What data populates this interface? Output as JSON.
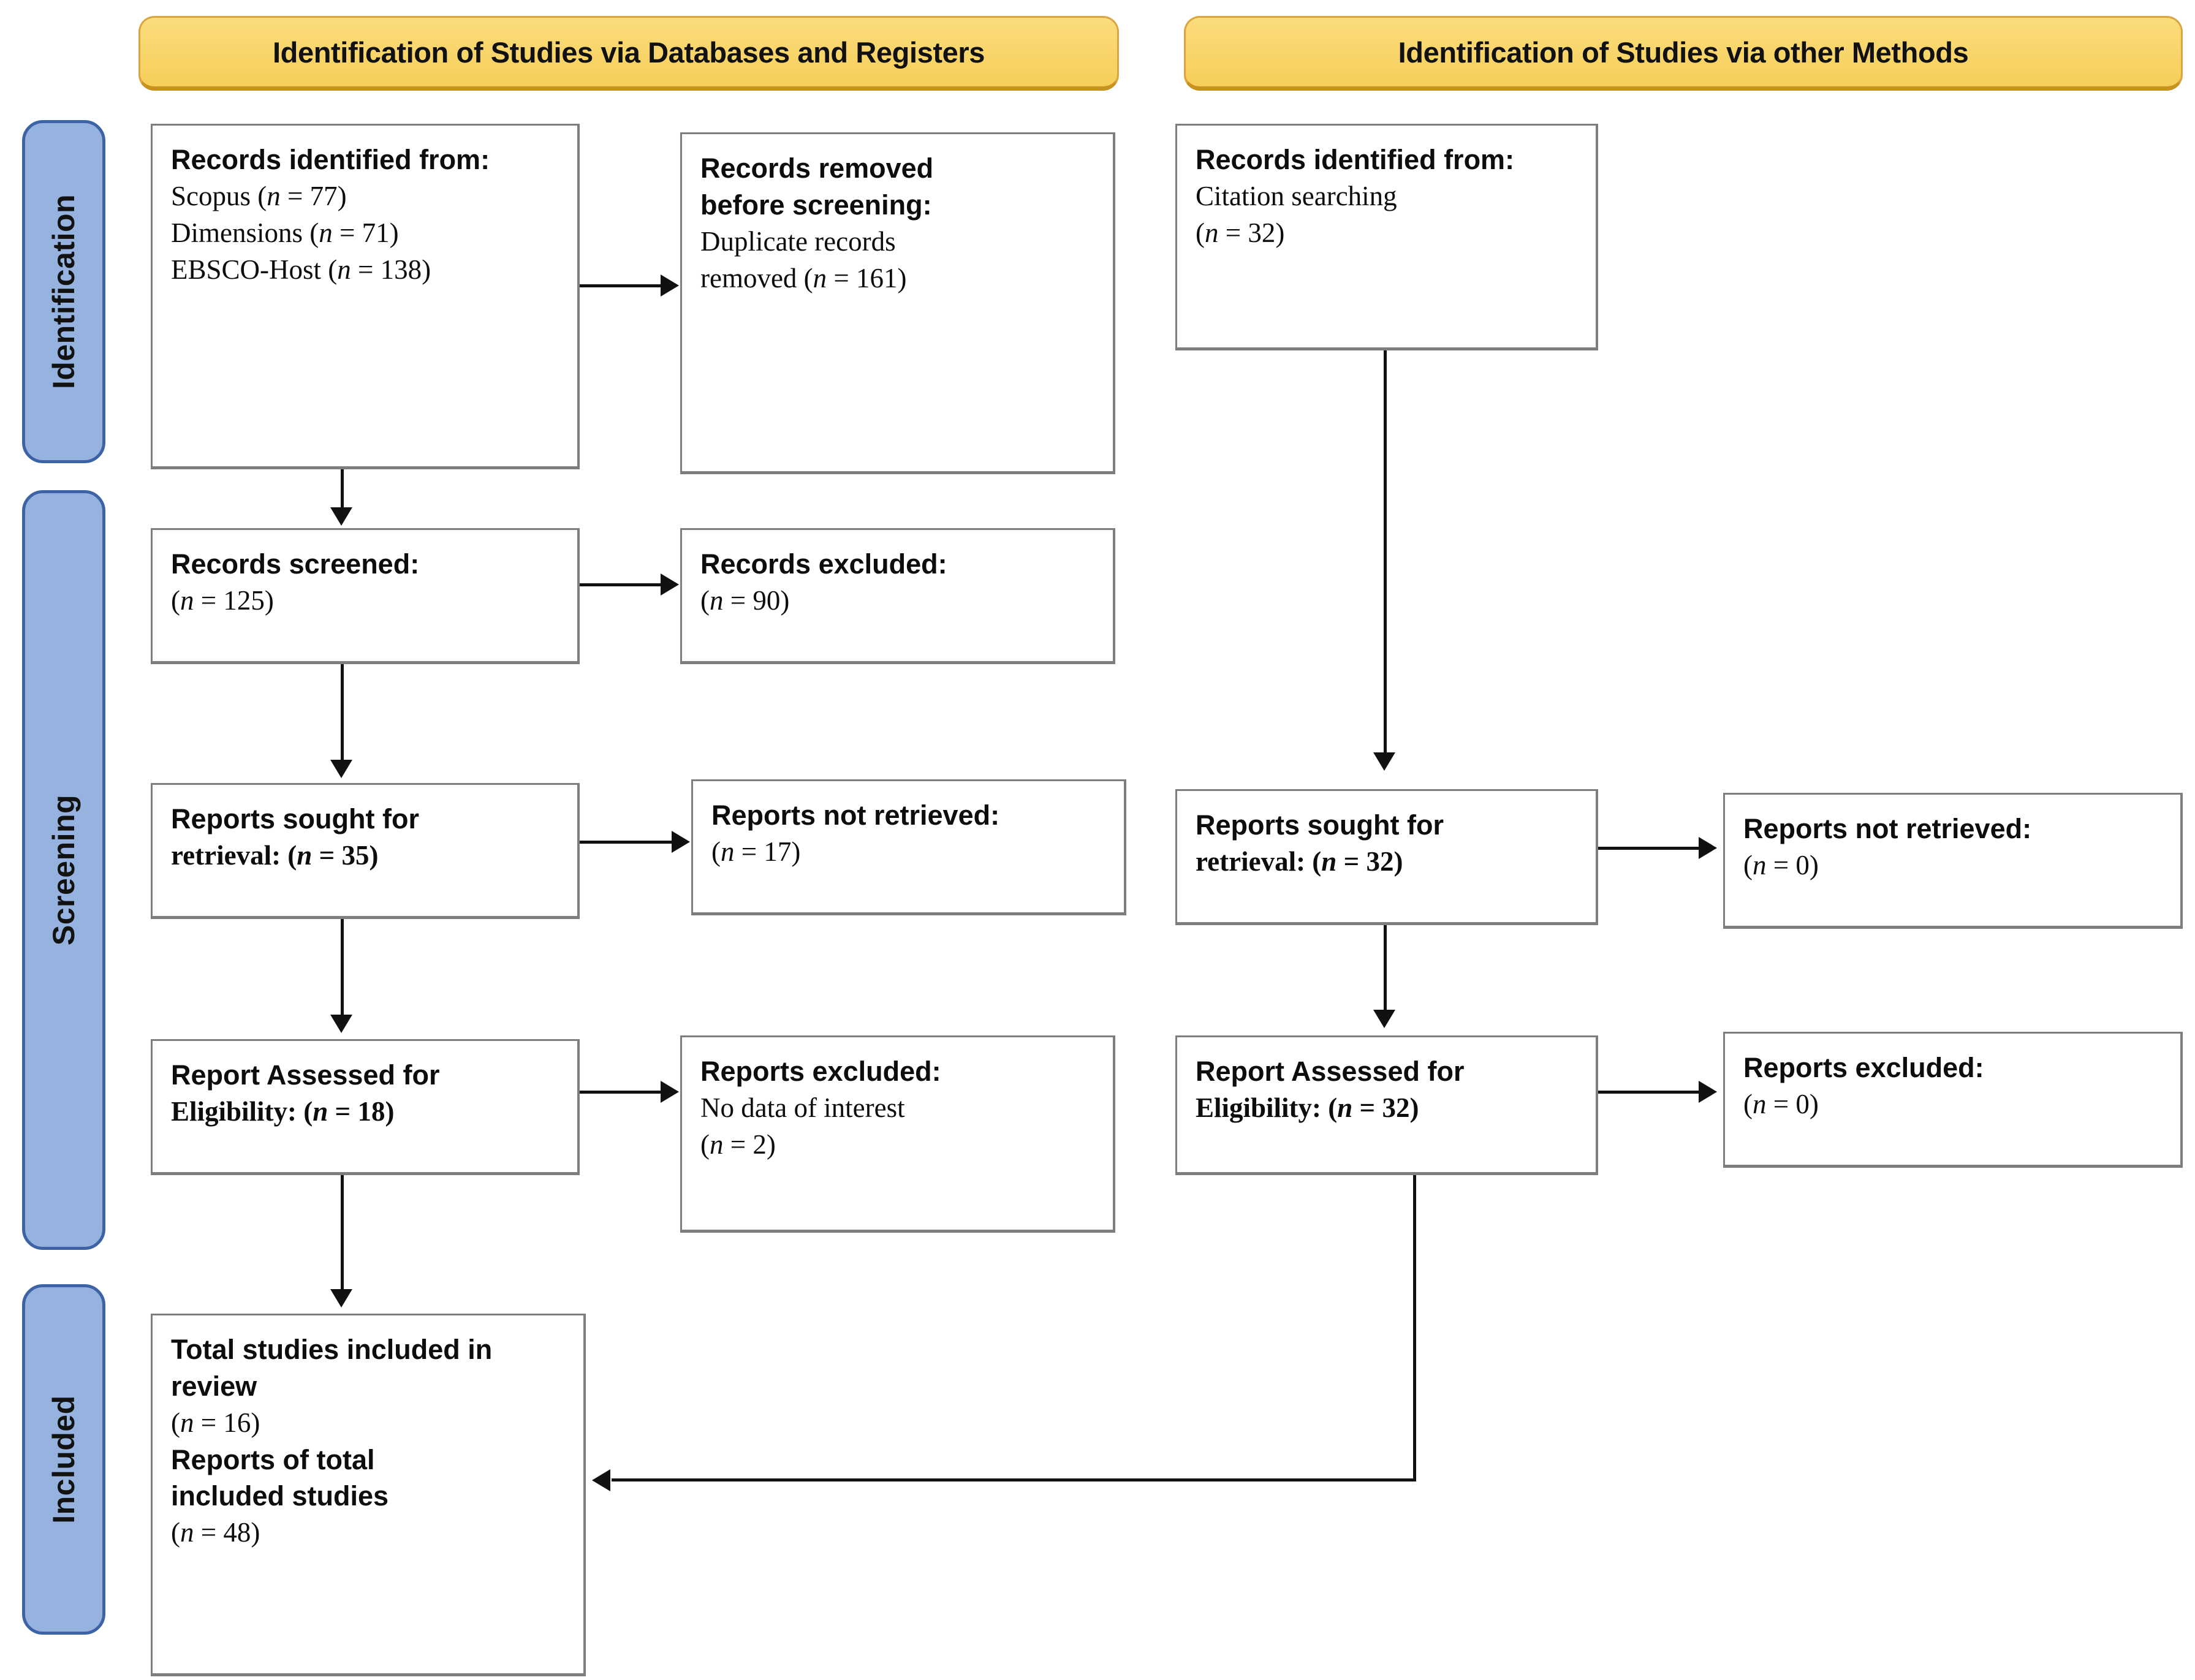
{
  "diagram": {
    "type": "PRISMA flow diagram",
    "headers": [
      {
        "id": "databases",
        "label": "Identification of Studies via Databases and Registers"
      },
      {
        "id": "other-methods",
        "label": "Identification of Studies via other Methods"
      }
    ],
    "stages": [
      {
        "id": "identification",
        "label": "Identification"
      },
      {
        "id": "screening",
        "label": "Screening"
      },
      {
        "id": "included",
        "label": "Included"
      }
    ],
    "colors": {
      "header_fill": "#F8D568",
      "header_border": "#D9A441",
      "stage_bar_fill": "#96B2DF",
      "stage_bar_border": "#3E62A6",
      "box_border": "#7E7E7E",
      "connector": "#111111"
    },
    "boxes": {
      "records_identified_db": {
        "l1": "Records identified from:",
        "l2": "Scopus (n = 77)",
        "l3": "Dimensions (n = 71)",
        "l4": "EBSCO-Host (n = 138)"
      },
      "records_removed": {
        "l1": "Records removed",
        "l2": "before screening:",
        "l3": "Duplicate records",
        "l4": "removed (n = 161)"
      },
      "records_screened": {
        "l1": "Records screened:",
        "l2": "(n = 125)"
      },
      "records_excluded": {
        "l1": "Records excluded:",
        "l2": "(n = 90)"
      },
      "reports_sought_db": {
        "l1": "Reports sought for",
        "l2": "retrieval: (n = 35)"
      },
      "reports_not_retrieved_db": {
        "l1": "Reports not retrieved:",
        "l2": "(n = 17)"
      },
      "report_assessed_db": {
        "l1": "Report Assessed for",
        "l2": "Eligibility: (n = 18)"
      },
      "reports_excluded_db": {
        "l1": "Reports excluded:",
        "l2": "No data of interest",
        "l3": "(n = 2)"
      },
      "total_included": {
        "l1": "Total studies included in",
        "l2": "review",
        "l3": "(n = 16)",
        "l4": "Reports of total",
        "l5": "included studies",
        "l6": "(n = 48)"
      },
      "records_identified_other": {
        "l1": "Records identified from:",
        "l2": "Citation searching",
        "l3": "(n = 32)"
      },
      "reports_sought_other": {
        "l1": "Reports sought for",
        "l2": "retrieval: (n = 32)"
      },
      "reports_not_retrieved_other": {
        "l1": "Reports not retrieved:",
        "l2": "(n = 0)"
      },
      "report_assessed_other": {
        "l1": "Report Assessed for",
        "l2": "Eligibility: (n = 32)"
      },
      "reports_excluded_other": {
        "l1": "Reports excluded:",
        "l2": "(n = 0)"
      }
    },
    "counts": {
      "scopus": 77,
      "dimensions": 71,
      "ebsco_host": 138,
      "duplicates_removed": 161,
      "records_screened": 125,
      "records_excluded": 90,
      "reports_sought_db": 35,
      "reports_not_retrieved_db": 17,
      "reports_assessed_db": 18,
      "reports_excluded_db": 2,
      "citation_searching": 32,
      "reports_sought_other": 32,
      "reports_not_retrieved_other": 0,
      "reports_assessed_other": 32,
      "reports_excluded_other": 0,
      "total_studies_included": 16,
      "total_reports_included": 48
    }
  }
}
